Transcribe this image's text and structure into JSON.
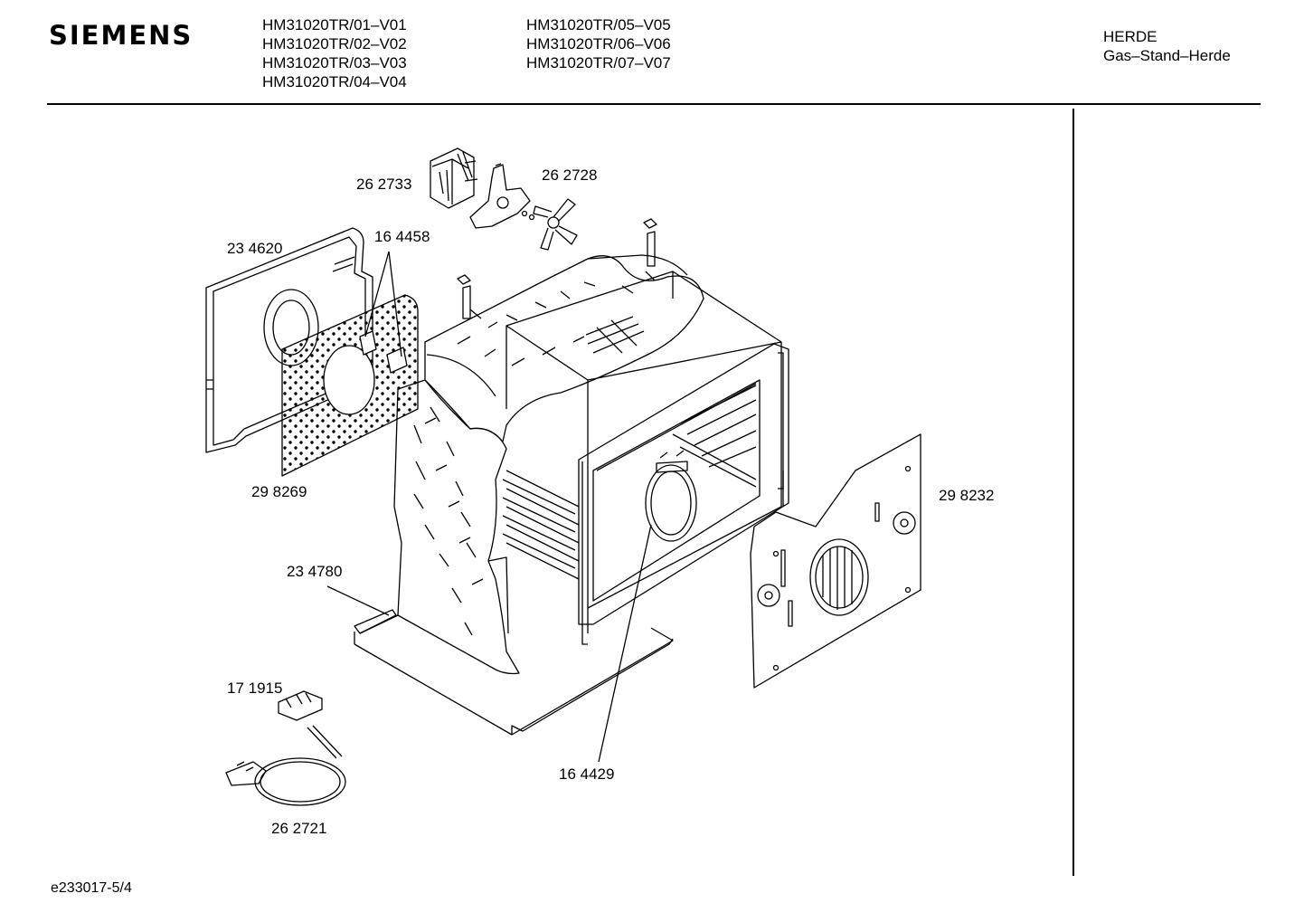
{
  "header": {
    "brand": "SIEMENS",
    "models_col1": [
      "HM31020TR/01–V01",
      "HM31020TR/02–V02",
      "HM31020TR/03–V03",
      "HM31020TR/04–V04"
    ],
    "models_col2": [
      "HM31020TR/05–V05",
      "HM31020TR/06–V06",
      "HM31020TR/07–V07"
    ],
    "category": "HERDE",
    "subcategory": "Gas–Stand–Herde"
  },
  "parts": {
    "fan_motor": "26 2733",
    "fan_blade": "26 2728",
    "rear_gasket": "23 4620",
    "screws": "16 4458",
    "insulation_rear": "29 8269",
    "rear_panel": "29 8232",
    "bottom_insulation": "23 4780",
    "terminal_block": "17 1915",
    "heating_ring": "16 4429",
    "mains_cable": "26 2721"
  },
  "footer": {
    "code": "e233017-5/4"
  }
}
